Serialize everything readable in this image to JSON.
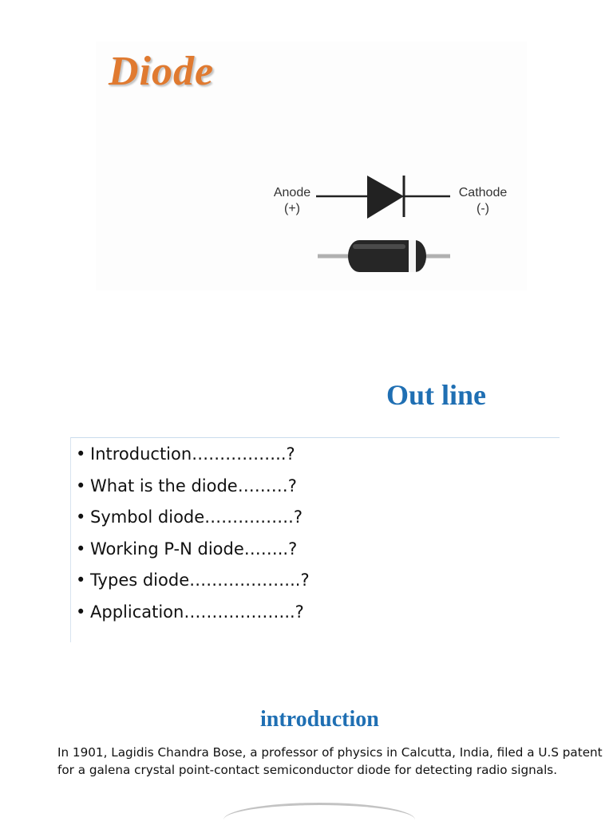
{
  "slide1": {
    "title": "Diode",
    "anode_label": "Anode",
    "anode_sign": "(+)",
    "cathode_label": "Cathode",
    "cathode_sign": "(-)"
  },
  "outline": {
    "title": "Out line",
    "items": [
      "Introduction……………..?",
      "What is the diode………?",
      "Symbol diode…………….?",
      "Working P-N diode……..?",
      "Types diode………………..?",
      "Application………………..?"
    ]
  },
  "introduction": {
    "title": "introduction",
    "text": "In 1901, Lagidis Chandra Bose, a professor of physics in Calcutta, India, filed a U.S patent for a galena crystal point-contact semiconductor diode for detecting radio signals."
  }
}
